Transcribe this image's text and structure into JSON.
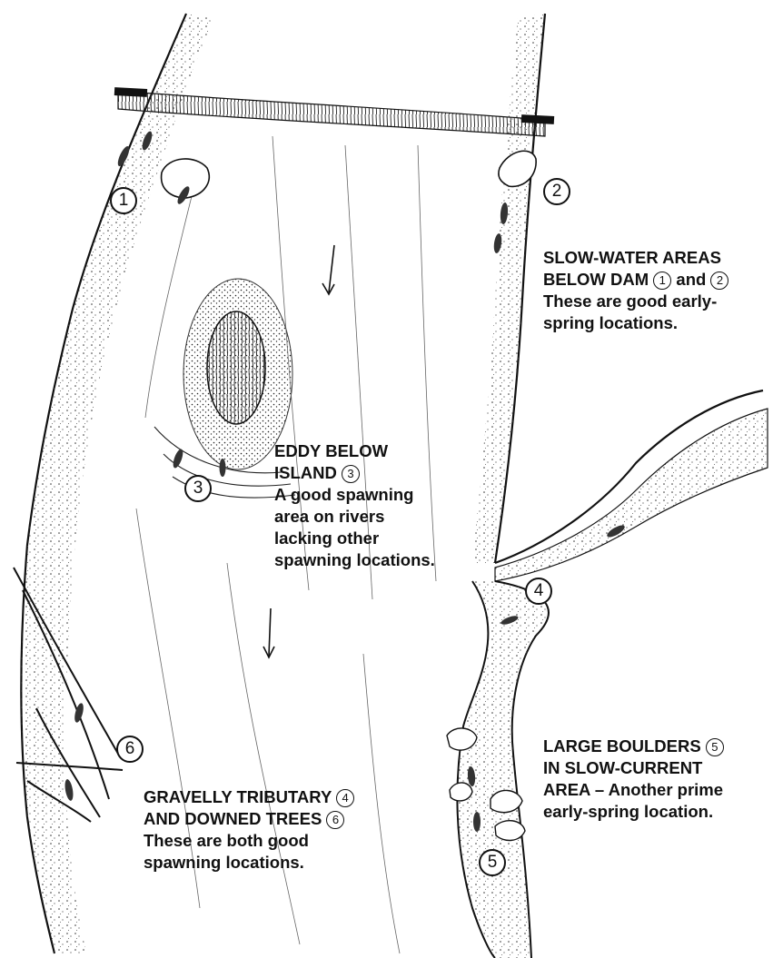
{
  "markers": [
    "1",
    "2",
    "3",
    "4",
    "5",
    "6"
  ],
  "labels": {
    "dam": {
      "head_line1": "SLOW-WATER AREAS",
      "head_line2_prefix": "BELOW DAM",
      "mark_a": "1",
      "connector": "and",
      "mark_b": "2",
      "body_line1": "These are good early-",
      "body_line2": "spring locations."
    },
    "eddy": {
      "head_line1": "EDDY BELOW",
      "head_line2_prefix": "ISLAND",
      "mark": "3",
      "body_line1": "A good spawning",
      "body_line2": "area on rivers",
      "body_line3": "lacking other",
      "body_line4": "spawning locations."
    },
    "boulders": {
      "head_line1_prefix": "LARGE BOULDERS",
      "mark": "5",
      "head_line2": "IN SLOW-CURRENT",
      "head_line3": "AREA",
      "head_line3_rest": " – Another prime",
      "body_line2": "early-spring location."
    },
    "tributary": {
      "head_line1_prefix": "GRAVELLY TRIBUTARY",
      "mark_a": "4",
      "head_line2_prefix": "AND DOWNED TREES",
      "mark_b": "6",
      "body_line1": "These are both good",
      "body_line2": "spawning locations."
    }
  }
}
